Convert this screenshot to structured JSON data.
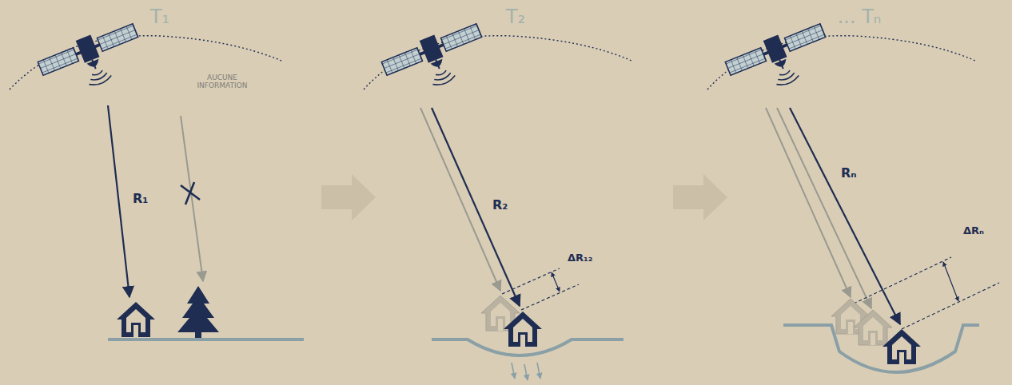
{
  "diagram": {
    "labels": [
      "T₁",
      "T₂",
      "... Tₙ",
      "AUCUNE INFORMATION",
      "R₁",
      "R₂",
      "ΔR₁₂",
      "Rₙ",
      "ΔRₙ"
    ]
  }
}
